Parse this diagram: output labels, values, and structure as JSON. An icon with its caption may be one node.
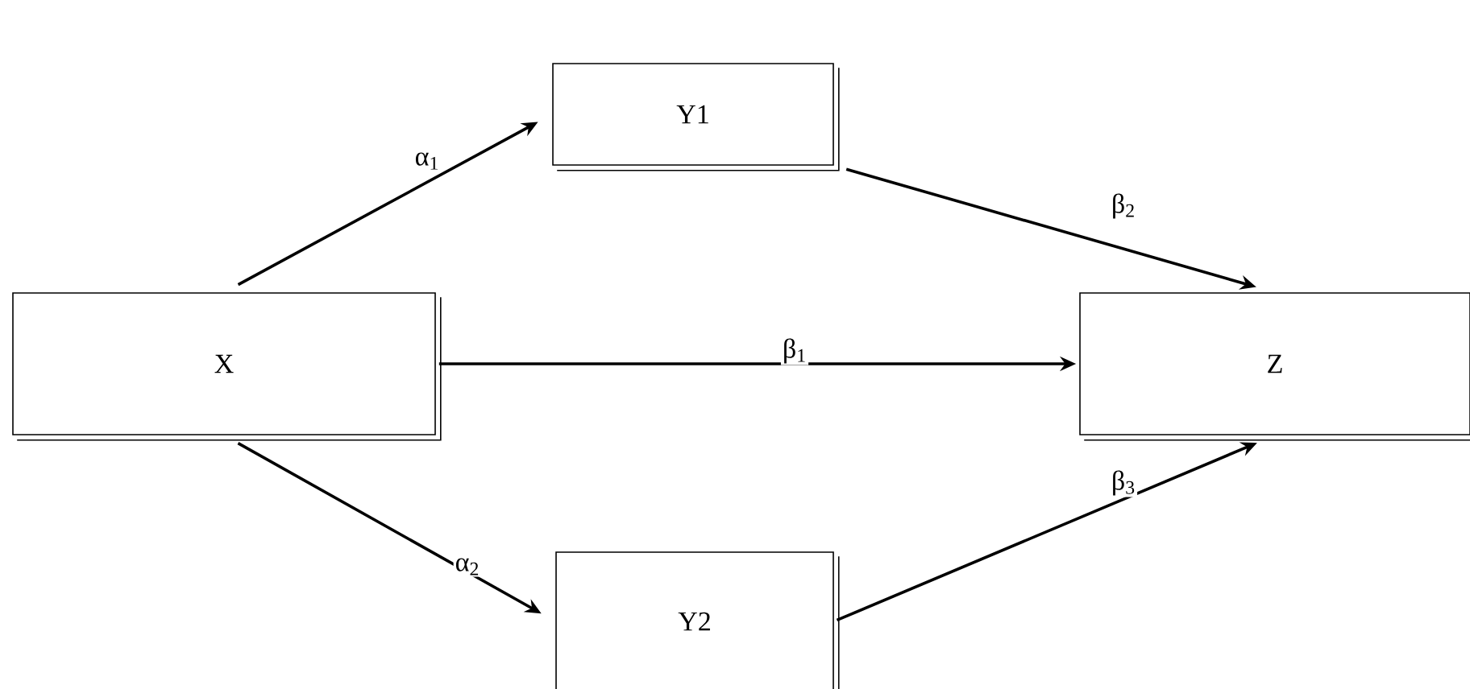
{
  "diagram": {
    "nodes": [
      {
        "text": [
          "X"
        ]
      },
      {
        "text": [
          "Y1"
        ]
      },
      {
        "text": [
          "Y2"
        ]
      },
      {
        "text": [
          "Z"
        ]
      }
    ],
    "edges": [
      {
        "from": 0,
        "to": 1,
        "arrow": "to",
        "label": "α$_{1}$"
      },
      {
        "from": 0,
        "to": 3,
        "arrow": "to",
        "label": "β$_{1}$"
      },
      {
        "from": 0,
        "to": 2,
        "arrow": "to",
        "label": "α$_{2}$"
      },
      {
        "from": 1,
        "to": 3,
        "arrow": "to",
        "label": "β$_{2}$"
      },
      {
        "from": 2,
        "to": 3,
        "arrow": "to",
        "label": "β$_{3}$"
      }
    ]
  }
}
